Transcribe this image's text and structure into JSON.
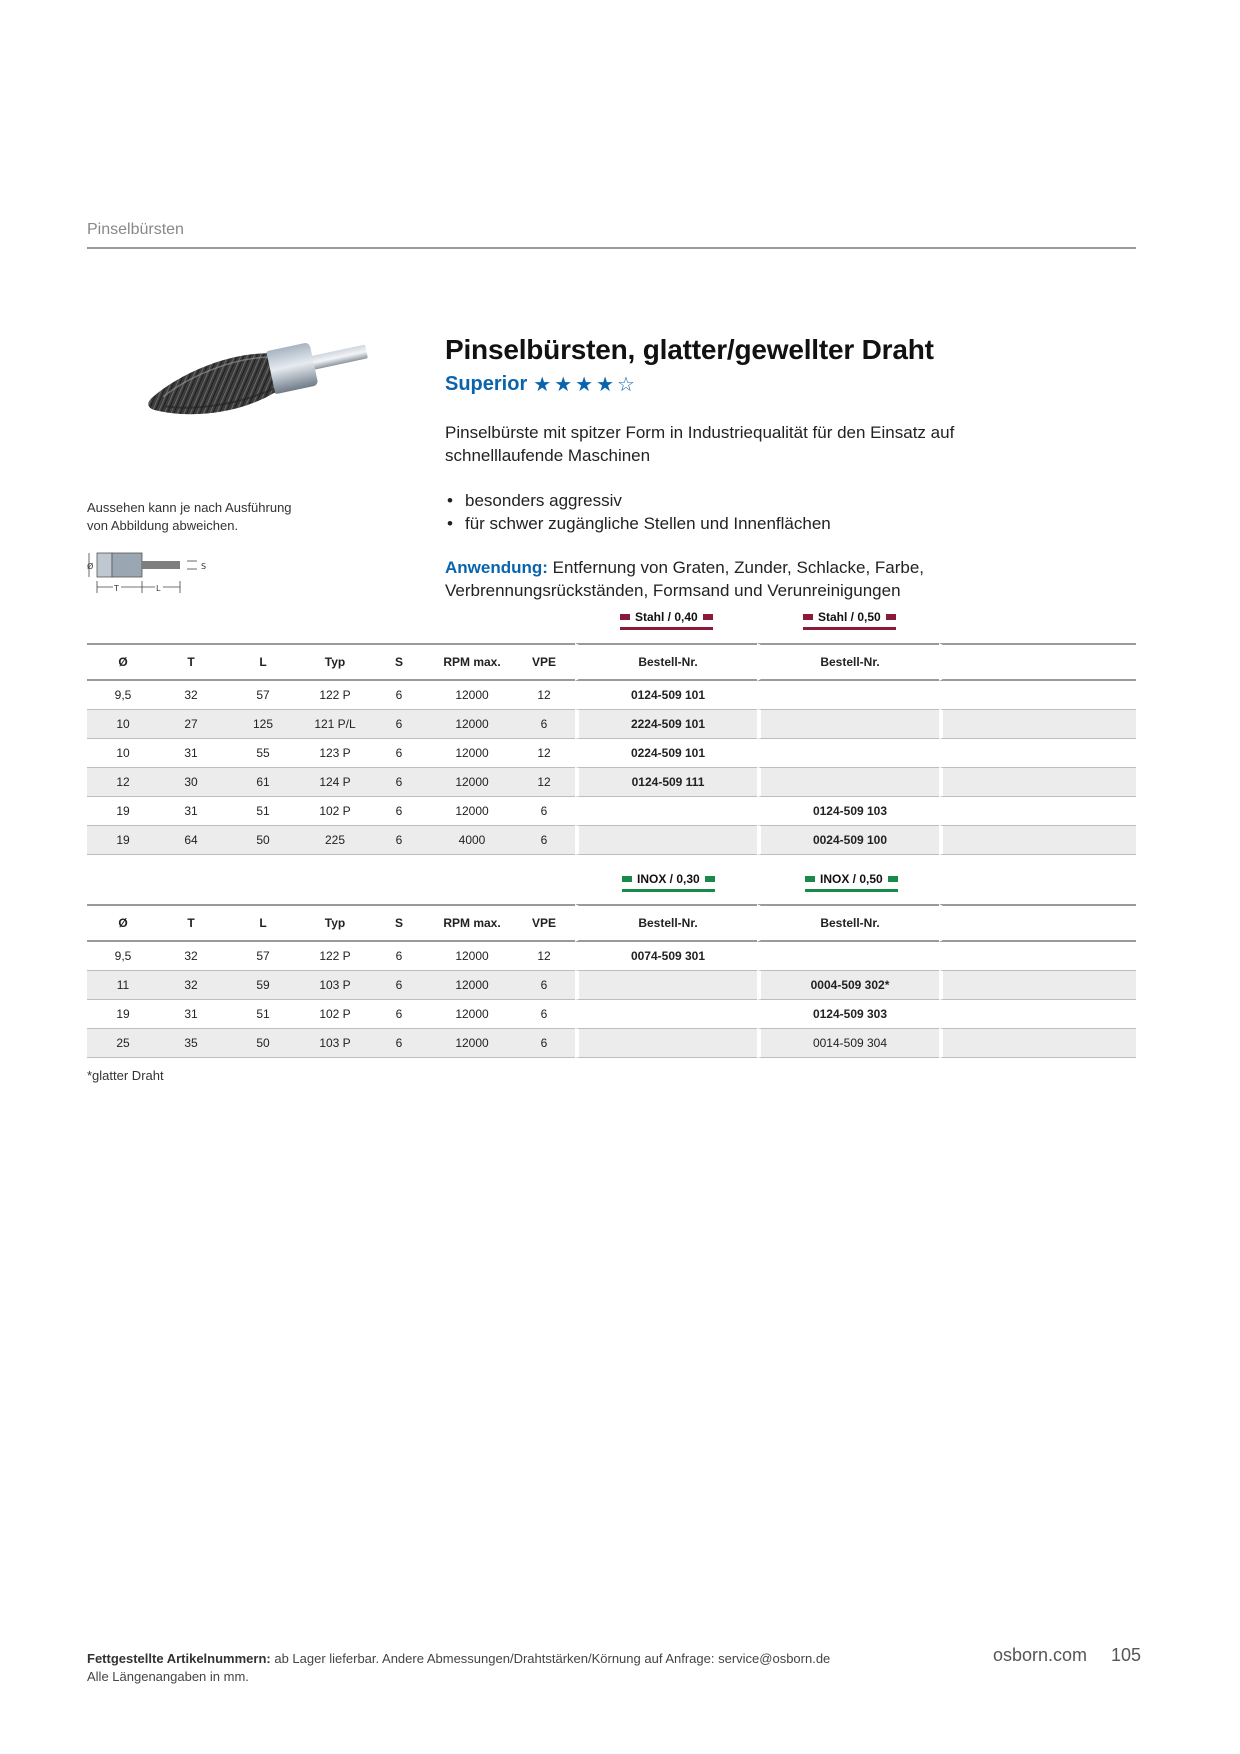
{
  "header": {
    "section": "Pinselbürsten"
  },
  "product": {
    "title": "Pinselbürsten, glatter/gewellter Draht",
    "rating_label": "Superior",
    "rating": {
      "filled": 4,
      "max": 5
    },
    "description": "Pinselbürste mit spitzer Form in Industriequalität für den Einsatz auf schnelllaufende Maschinen",
    "bullets": [
      "besonders aggressiv",
      "für schwer zugängliche Stellen und Innenflächen"
    ],
    "usage_label": "Anwendung:",
    "usage_text": "Entfernung von Graten, Zunder, Schlacke, Farbe, Verbrennungsrückständen, Formsand und Verunreinigungen"
  },
  "image_caption": "Aussehen kann je nach Ausführung\nvon Abbildung abweichen.",
  "diagram": {
    "d": "Ø",
    "t": "T",
    "l": "L",
    "s": "S"
  },
  "colors": {
    "accent": "#0a64ad",
    "steel": "#8b1a3a",
    "inox": "#1a8a4a"
  },
  "columns": [
    "Ø",
    "T",
    "L",
    "Typ",
    "S",
    "RPM max.",
    "VPE",
    "Bestell-Nr.",
    "Bestell-Nr."
  ],
  "table_steel": {
    "materials": [
      "Stahl / 0,40",
      "Stahl / 0,50"
    ],
    "rows": [
      {
        "d": "9,5",
        "t": "32",
        "l": "57",
        "typ": "122 P",
        "s": "6",
        "rpm": "12000",
        "vpe": "12",
        "a": "0124-509 101",
        "b": ""
      },
      {
        "d": "10",
        "t": "27",
        "l": "125",
        "typ": "121 P/L",
        "s": "6",
        "rpm": "12000",
        "vpe": "6",
        "a": "2224-509 101",
        "b": ""
      },
      {
        "d": "10",
        "t": "31",
        "l": "55",
        "typ": "123 P",
        "s": "6",
        "rpm": "12000",
        "vpe": "12",
        "a": "0224-509 101",
        "b": ""
      },
      {
        "d": "12",
        "t": "30",
        "l": "61",
        "typ": "124 P",
        "s": "6",
        "rpm": "12000",
        "vpe": "12",
        "a": "0124-509 111",
        "b": ""
      },
      {
        "d": "19",
        "t": "31",
        "l": "51",
        "typ": "102 P",
        "s": "6",
        "rpm": "12000",
        "vpe": "6",
        "a": "",
        "b": "0124-509 103"
      },
      {
        "d": "19",
        "t": "64",
        "l": "50",
        "typ": "225",
        "s": "6",
        "rpm": "4000",
        "vpe": "6",
        "a": "",
        "b": "0024-509 100"
      }
    ]
  },
  "table_inox": {
    "materials": [
      "INOX / 0,30",
      "INOX / 0,50"
    ],
    "rows": [
      {
        "d": "9,5",
        "t": "32",
        "l": "57",
        "typ": "122 P",
        "s": "6",
        "rpm": "12000",
        "vpe": "12",
        "a": "0074-509 301",
        "b": ""
      },
      {
        "d": "11",
        "t": "32",
        "l": "59",
        "typ": "103 P",
        "s": "6",
        "rpm": "12000",
        "vpe": "6",
        "a": "",
        "b": "0004-509 302*"
      },
      {
        "d": "19",
        "t": "31",
        "l": "51",
        "typ": "102 P",
        "s": "6",
        "rpm": "12000",
        "vpe": "6",
        "a": "",
        "b": "0124-509 303"
      },
      {
        "d": "25",
        "t": "35",
        "l": "50",
        "typ": "103 P",
        "s": "6",
        "rpm": "12000",
        "vpe": "6",
        "a": "",
        "b": "0014-509 304",
        "b_plain": true
      }
    ]
  },
  "footnote": "*glatter Draht",
  "footer": {
    "note_bold": "Fettgestellte Artikelnummern:",
    "note_text": " ab Lager lieferbar. Andere Abmessungen/Drahtstärken/Körnung auf Anfrage: service@osborn.de",
    "note_line2": "Alle Längenangaben in mm.",
    "site": "osborn.com",
    "page": "105"
  }
}
